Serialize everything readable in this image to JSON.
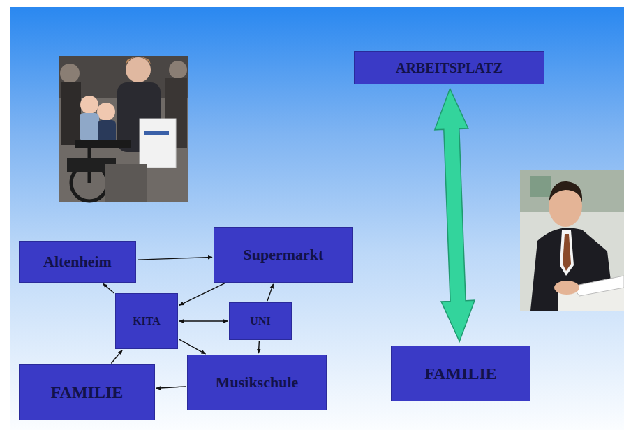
{
  "diagram": {
    "nodes": [
      {
        "text": [
          "ARBEITSPLATZ"
        ]
      },
      {
        "text": [
          "Altenheim"
        ]
      },
      {
        "text": [
          "Supermarkt"
        ]
      },
      {
        "text": [
          "KITA"
        ]
      },
      {
        "text": [
          "UNI"
        ]
      },
      {
        "text": [
          "FAMILIE"
        ]
      },
      {
        "text": [
          "Musikschule"
        ]
      },
      {
        "text": [
          "FAMILIE"
        ]
      }
    ],
    "edges": [
      {
        "from": 0,
        "to": 7,
        "arrow": "both"
      },
      {
        "from": 3,
        "to": 1,
        "arrow": "to"
      },
      {
        "from": 1,
        "to": 2,
        "arrow": "to"
      },
      {
        "from": 2,
        "to": 3,
        "arrow": "to"
      },
      {
        "from": 3,
        "to": 4,
        "arrow": "both"
      },
      {
        "from": 4,
        "to": 2,
        "arrow": "to"
      },
      {
        "from": 4,
        "to": 6,
        "arrow": "to"
      },
      {
        "from": 5,
        "to": 3,
        "arrow": "to"
      },
      {
        "from": 3,
        "to": 6,
        "arrow": "to"
      },
      {
        "from": 6,
        "to": 5,
        "arrow": "to"
      }
    ]
  }
}
